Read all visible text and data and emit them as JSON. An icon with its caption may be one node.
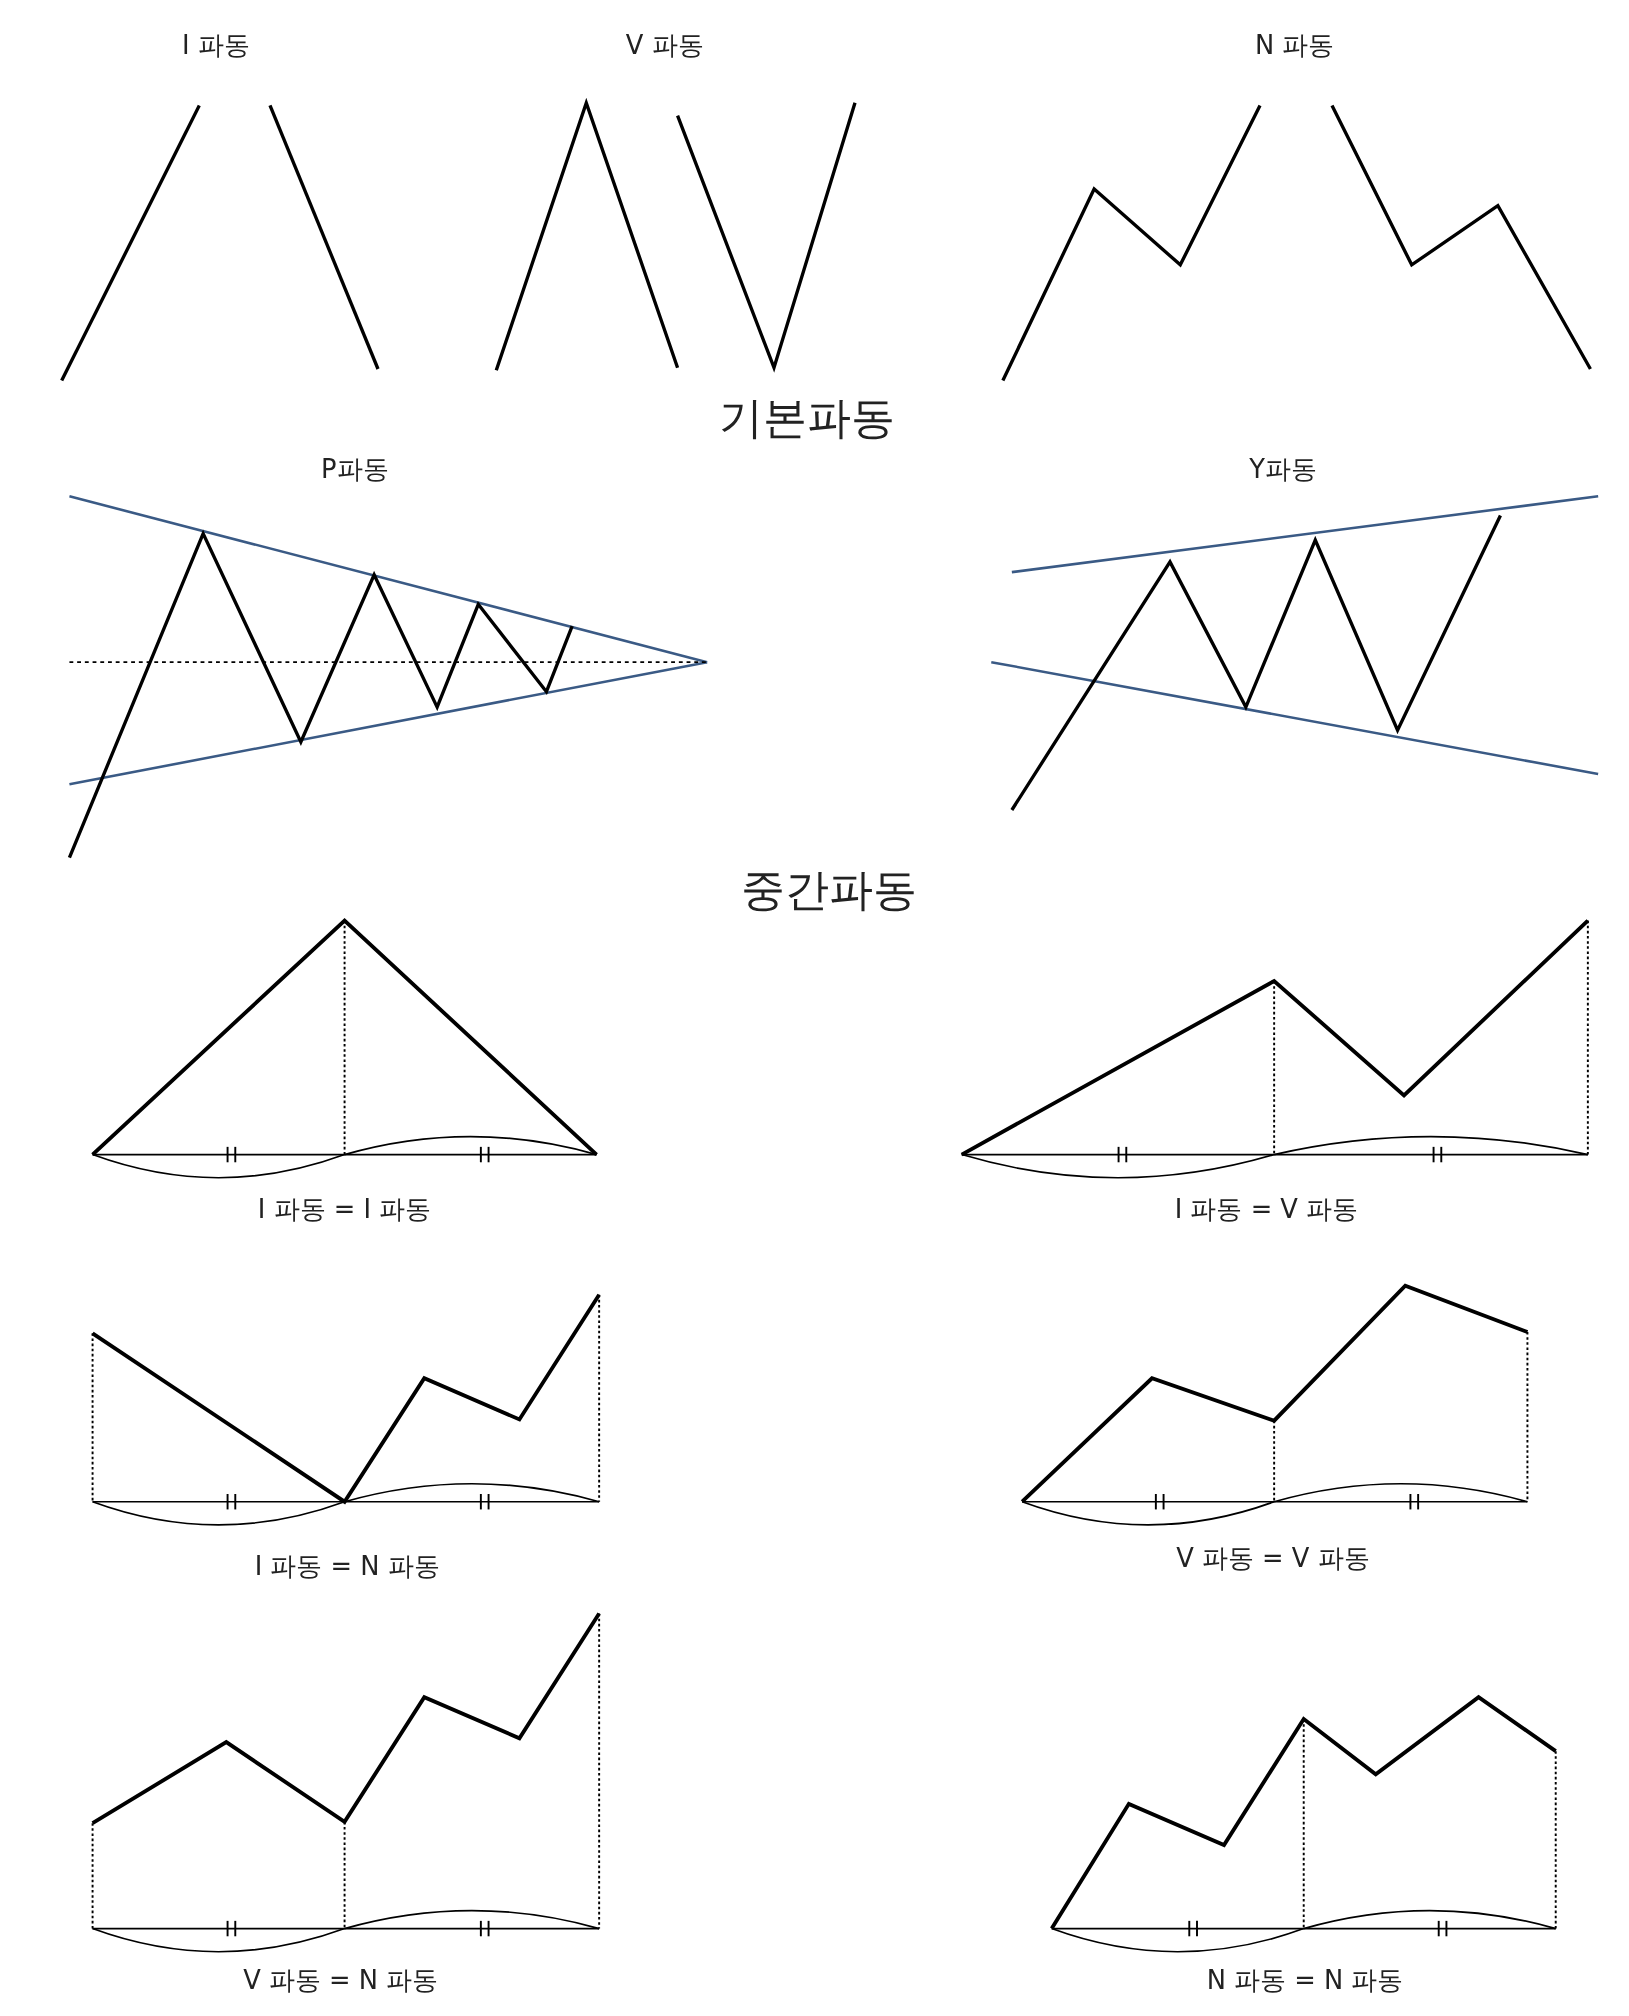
{
  "diagram": {
    "labels": [
      "I 파동",
      "V 파동",
      "N 파동",
      "기본파동",
      "P파동",
      "Y파동",
      "중간파동",
      "I 파동 = I 파동",
      "I 파동 = V 파동",
      "I 파동 = N 파동",
      "V 파동 = V 파동",
      "V 파동 = N 파동",
      "N 파동 = N 파동"
    ]
  }
}
